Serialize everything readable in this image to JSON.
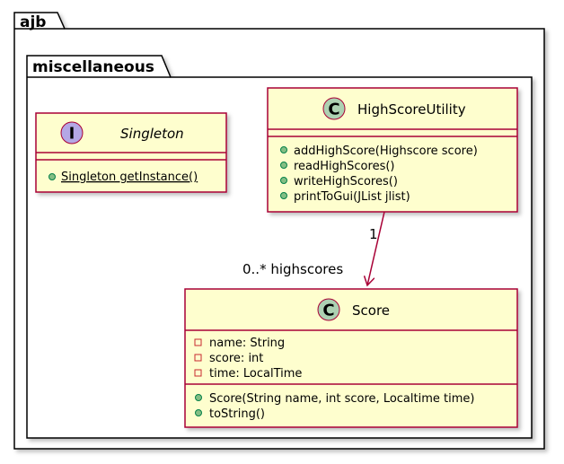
{
  "packages": {
    "outer": {
      "name": "ajb"
    },
    "inner": {
      "name": "miscellaneous"
    }
  },
  "classes": {
    "singleton": {
      "kind": "I",
      "name": "Singleton",
      "methods": [
        "Singleton getInstance()"
      ]
    },
    "high_score_utility": {
      "kind": "C",
      "name": "HighScoreUtility",
      "methods": [
        "addHighScore(Highscore score)",
        "readHighScores()",
        "writeHighScores()",
        "printToGui(JList jlist)"
      ]
    },
    "score": {
      "kind": "C",
      "name": "Score",
      "fields": [
        "name: String",
        "score: int",
        "time: LocalTime"
      ],
      "methods": [
        "Score(String name, int score, Localtime time)",
        "toString()"
      ]
    }
  },
  "association": {
    "source_multiplicity": "1",
    "target_label": "0..* highscores"
  },
  "colors": {
    "class_fill": "#fefece",
    "class_border": "#a80036",
    "interface_badge": "#b4a7e5",
    "class_badge": "#add1b2",
    "public_method": "#84be84",
    "private_field": "#c82930",
    "arrow": "#a80036"
  }
}
